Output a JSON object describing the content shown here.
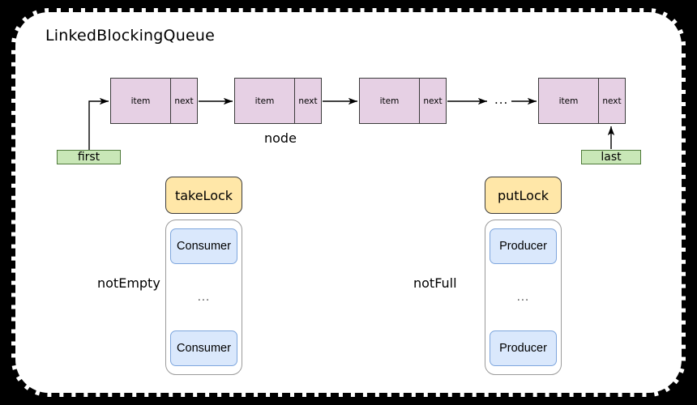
{
  "diagram": {
    "title": "LinkedBlockingQueue",
    "node_label": "node",
    "list_ellipsis": "...",
    "nodes": [
      {
        "item": "item",
        "next": "next"
      },
      {
        "item": "item",
        "next": "next"
      },
      {
        "item": "item",
        "next": "next"
      },
      {
        "item": "item",
        "next": "next"
      }
    ],
    "pointers": {
      "first": "first",
      "last": "last"
    },
    "locks": {
      "take": "takeLock",
      "put": "putLock"
    },
    "conditions": {
      "not_empty": "notEmpty",
      "not_full": "notFull"
    },
    "wait_queues": [
      {
        "condition": "notEmpty",
        "lock": "takeLock",
        "entries": [
          "Consumer",
          "...",
          "Consumer"
        ],
        "top_label": "Consumer",
        "middle_label": "...",
        "bottom_label": "Consumer"
      },
      {
        "condition": "notFull",
        "lock": "putLock",
        "entries": [
          "Producer",
          "...",
          "Producer"
        ],
        "top_label": "Producer",
        "middle_label": "...",
        "bottom_label": "Producer"
      }
    ],
    "colors": {
      "node_fill": "#e6d0e4",
      "node_stroke": "#3b3b3b",
      "pointer_fill": "#c9e7b7",
      "pointer_stroke": "#4f7a3a",
      "lock_fill": "#ffe7a8",
      "lock_stroke": "#3b3b3b",
      "worker_fill": "#dae8fc",
      "worker_stroke": "#7ea6dd",
      "panel_bg": "#ffffff",
      "outer_bg": "#000000",
      "waitbox_stroke": "#9a9a9a"
    }
  }
}
